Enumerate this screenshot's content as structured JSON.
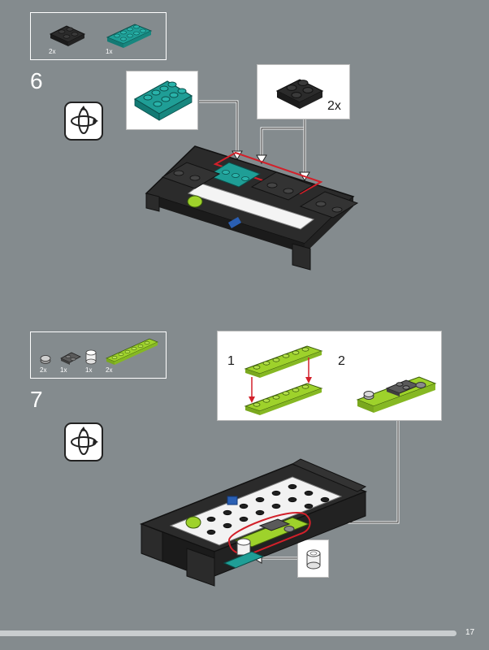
{
  "steps": [
    {
      "number": "6",
      "parts": [
        {
          "qty": "2x",
          "icon": "plate-2x2-black-icon",
          "color": "#2b2b2b"
        },
        {
          "qty": "1x",
          "icon": "plate-2x4-teal-icon",
          "color": "#1f9e96"
        }
      ],
      "callout_qty": "2x"
    },
    {
      "number": "7",
      "parts": [
        {
          "qty": "2x",
          "icon": "round-plate-light-gray-icon",
          "color": "#b8b8b8"
        },
        {
          "qty": "1x",
          "icon": "plate-1x2-dark-gray-icon",
          "color": "#5a5a5a"
        },
        {
          "qty": "1x",
          "icon": "round-brick-white-icon",
          "color": "#f2f2f2"
        },
        {
          "qty": "2x",
          "icon": "plate-1x6-lime-icon",
          "color": "#9ed22b"
        }
      ],
      "subassembly_steps": [
        "1",
        "2"
      ]
    }
  ],
  "page_number": "17",
  "colors": {
    "background": "#848b8e",
    "highlight_outline": "#d2202a",
    "arrow_red": "#d2202a",
    "black_brick": "#2b2b2b",
    "teal": "#1f9e96",
    "lime": "#9ed22b"
  }
}
